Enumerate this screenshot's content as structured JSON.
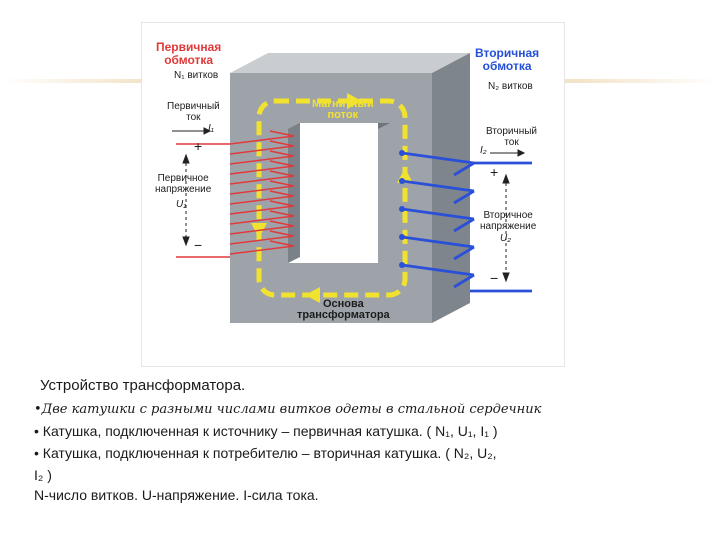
{
  "diagram": {
    "primary_winding": "Первичная\nобмотка",
    "n1_turns": "N₁ витков",
    "secondary_winding": "Вторичная\nобмотка",
    "n2_turns": "N₂ витков",
    "primary_current": "Первичный\nток",
    "i1": "I₁",
    "primary_voltage": "Первичное\nнапряжение",
    "u1": "U₁",
    "plus": "+",
    "minus": "−",
    "magnetic_flux": "Магнитный\nпоток",
    "secondary_current": "Вторичный\nток",
    "i2": "I₂",
    "secondary_voltage": "Вторичное\nнапряжение",
    "u2": "U₂",
    "core_base": "Основа\nтрансформатора",
    "colors": {
      "primary": "#e03a3a",
      "secondary": "#2a4fd8",
      "flux": "#f2e230",
      "core": "#9aa0a6"
    }
  },
  "caption": {
    "title": "Устройство трансформатора.",
    "bullet1": "•Две катушки с разными числами витков одеты в стальной сердечник",
    "bullet2": "• Катушка, подключенная к источнику – первичная катушка. ( N₁, U₁, I₁ )",
    "bullet3a": "• Катушка, подключенная к потребителю – вторичная катушка. ( N₂, U₂,",
    "bullet3b": "I₂ )",
    "legend": "N-число витков. U-напряжение.   I-сила тока."
  }
}
